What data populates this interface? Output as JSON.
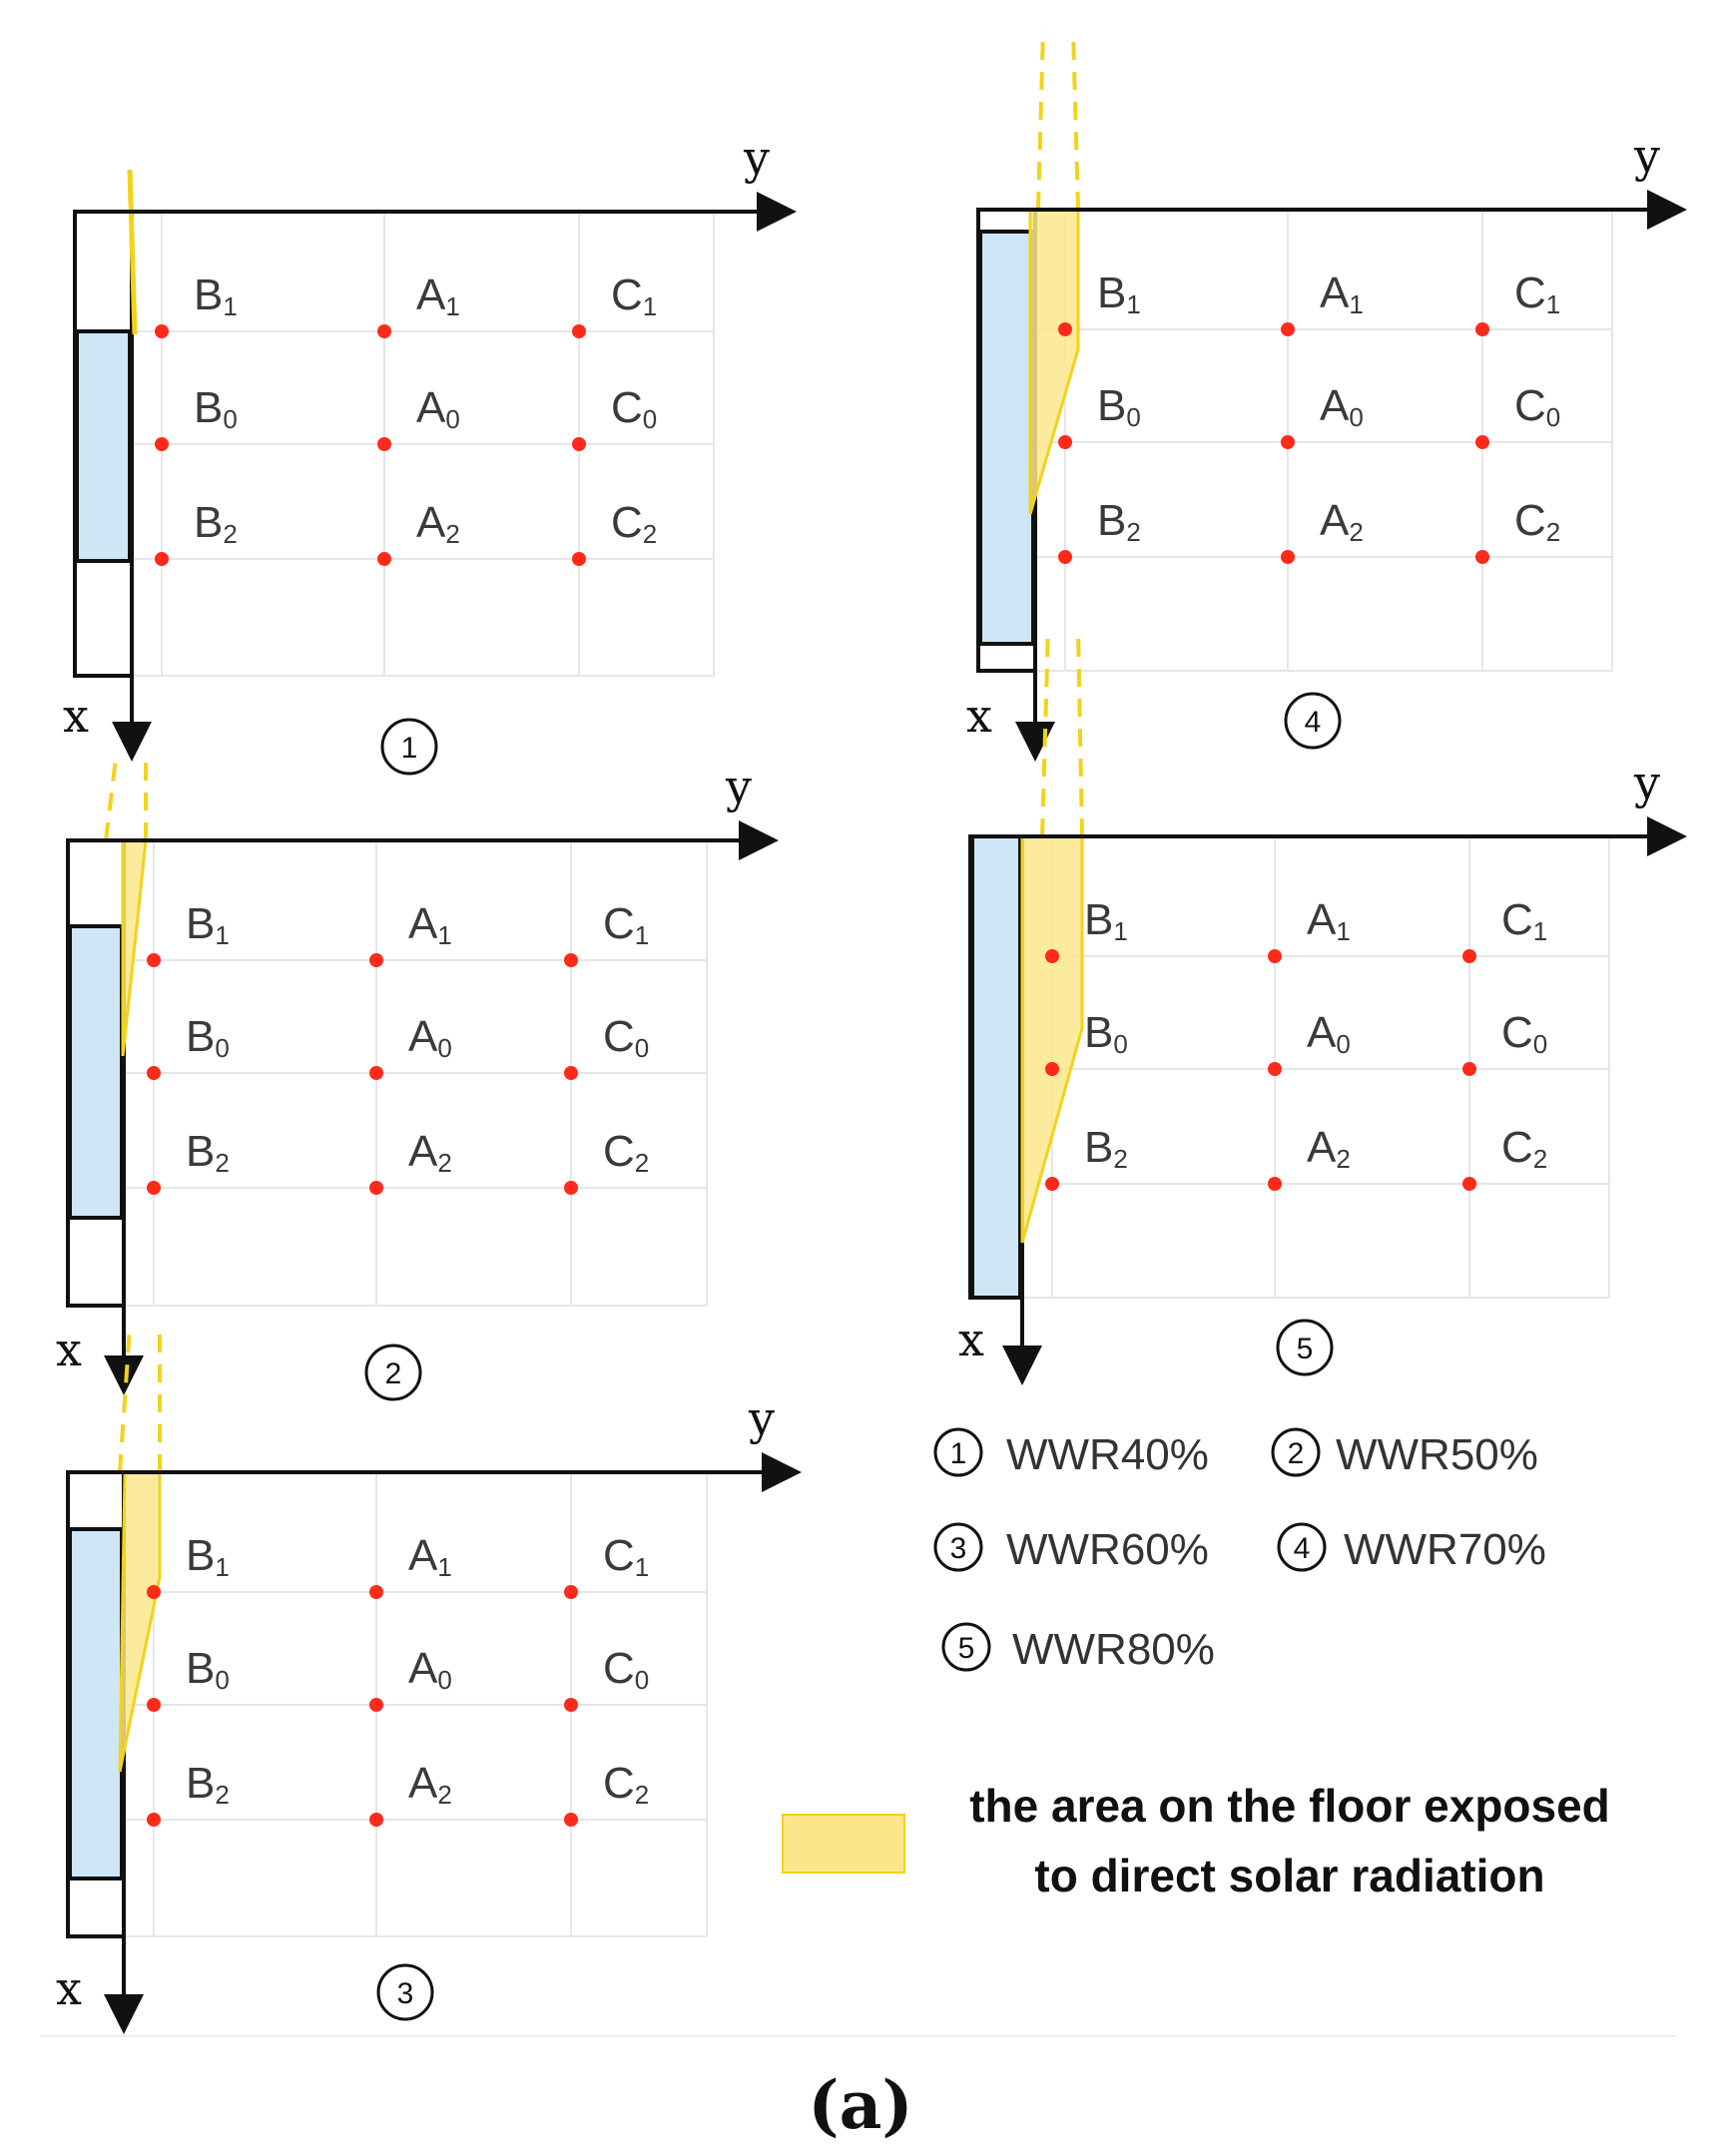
{
  "axes": {
    "x_label": "x",
    "y_label": "y"
  },
  "point_labels": {
    "row1": [
      {
        "letter": "B",
        "sub": "1"
      },
      {
        "letter": "A",
        "sub": "1"
      },
      {
        "letter": "C",
        "sub": "1"
      }
    ],
    "row0": [
      {
        "letter": "B",
        "sub": "0"
      },
      {
        "letter": "A",
        "sub": "0"
      },
      {
        "letter": "C",
        "sub": "0"
      }
    ],
    "row2": [
      {
        "letter": "B",
        "sub": "2"
      },
      {
        "letter": "A",
        "sub": "2"
      },
      {
        "letter": "C",
        "sub": "2"
      }
    ]
  },
  "panels": [
    {
      "id": "1",
      "wwr": "WWR40%"
    },
    {
      "id": "2",
      "wwr": "WWR50%"
    },
    {
      "id": "3",
      "wwr": "WWR60%"
    },
    {
      "id": "4",
      "wwr": "WWR70%"
    },
    {
      "id": "5",
      "wwr": "WWR80%"
    }
  ],
  "shade_legend": {
    "line1": "the area on the floor exposed",
    "line2": "to direct solar radiation"
  },
  "caption": "(a)",
  "colors": {
    "window_glass": "#cfe6f6",
    "sun_patch": "#fbe68c",
    "sun_edge": "#f2d31a",
    "point": "#ff2a1a",
    "grid": "#e6e6e6"
  }
}
